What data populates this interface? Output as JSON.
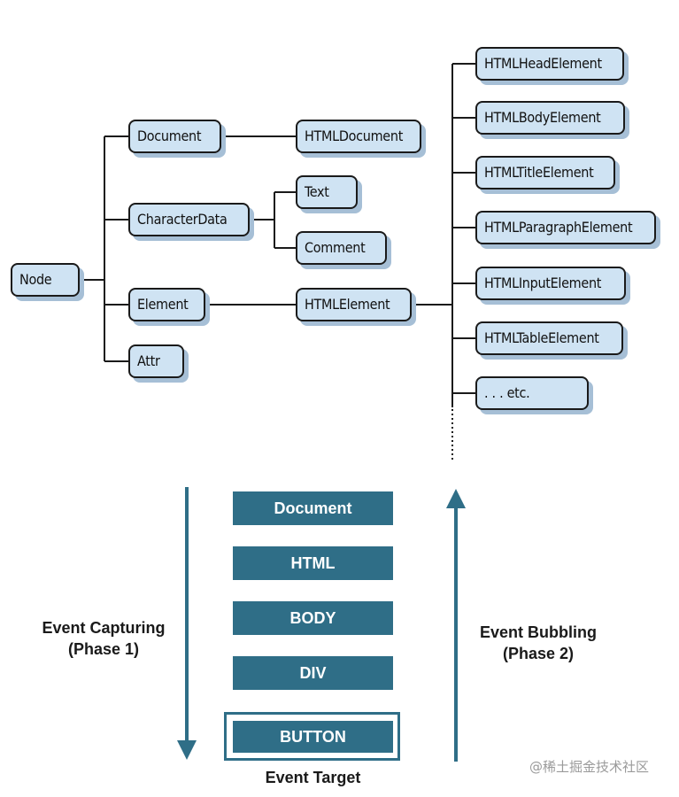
{
  "tree": {
    "root": "Node",
    "level1": [
      "Document",
      "CharacterData",
      "Element",
      "Attr"
    ],
    "html_document": "HTMLDocument",
    "character_data_children": [
      "Text",
      "Comment"
    ],
    "html_element": "HTMLElement",
    "html_element_children": [
      "HTMLHeadElement",
      "HTMLBodyElement",
      "HTMLTitleElement",
      "HTMLParagraphElement",
      "HTMLInputElement",
      "HTMLTableElement",
      ". . . etc."
    ]
  },
  "event_flow": {
    "layers": [
      "Document",
      "HTML",
      "BODY",
      "DIV"
    ],
    "target_layer": "BUTTON",
    "target_caption": "Event Target",
    "capturing_label": "Event Capturing",
    "capturing_phase": "(Phase 1)",
    "bubbling_label": "Event Bubbling",
    "bubbling_phase": "(Phase 2)",
    "arrow_color": "#2f6e87",
    "box_color": "#2f6e87"
  },
  "watermark": "@稀土掘金技术社区"
}
